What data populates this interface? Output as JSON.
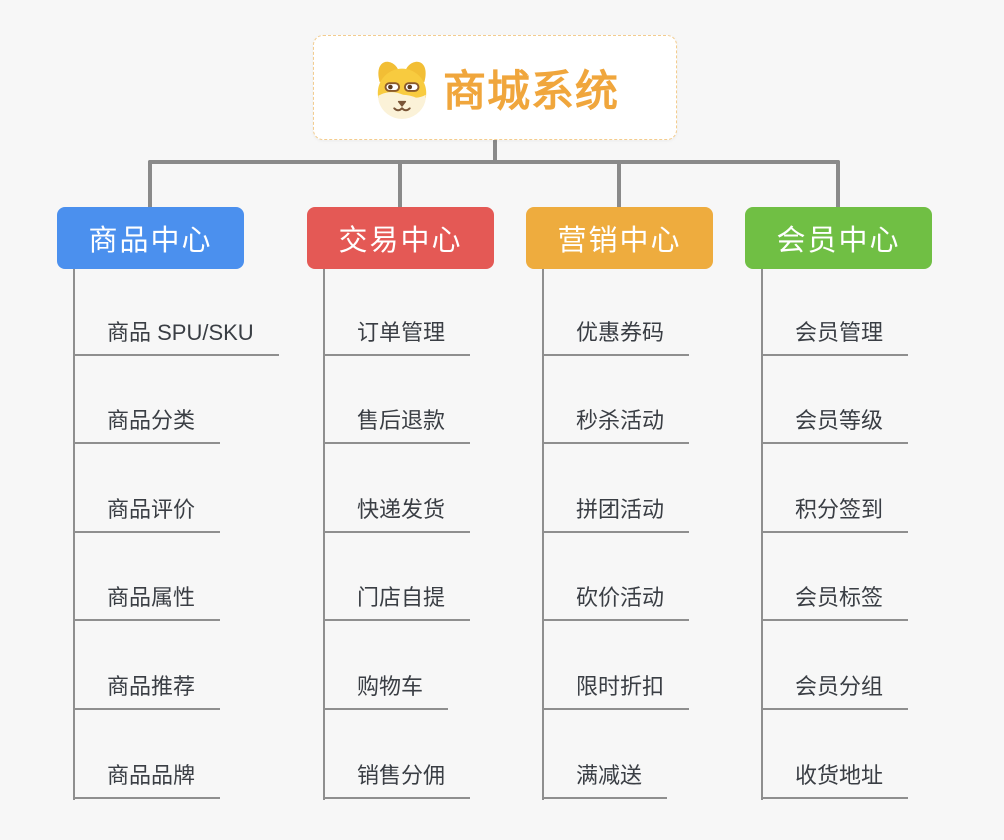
{
  "root": {
    "title": "商城系统",
    "icon": "dog-face-icon"
  },
  "branches": [
    {
      "label": "商品中心",
      "color": "#4B90EE",
      "children": [
        "商品 SPU/SKU",
        "商品分类",
        "商品评价",
        "商品属性",
        "商品推荐",
        "商品品牌"
      ]
    },
    {
      "label": "交易中心",
      "color": "#E45955",
      "children": [
        "订单管理",
        "售后退款",
        "快递发货",
        "门店自提",
        "购物车",
        "销售分佣"
      ]
    },
    {
      "label": "营销中心",
      "color": "#EEAC3E",
      "children": [
        "优惠券码",
        "秒杀活动",
        "拼团活动",
        "砍价活动",
        "限时折扣",
        "满减送"
      ]
    },
    {
      "label": "会员中心",
      "color": "#70BF44",
      "children": [
        "会员管理",
        "会员等级",
        "积分签到",
        "会员标签",
        "会员分组",
        "收货地址"
      ]
    }
  ],
  "colors": {
    "background": "#F7F7F7",
    "connector": "#8A8A8A",
    "leaf_line": "#8F8F8F",
    "root_text": "#F0A63C",
    "root_border": "#F3CC8E",
    "leaf_text": "#3A3E44"
  }
}
